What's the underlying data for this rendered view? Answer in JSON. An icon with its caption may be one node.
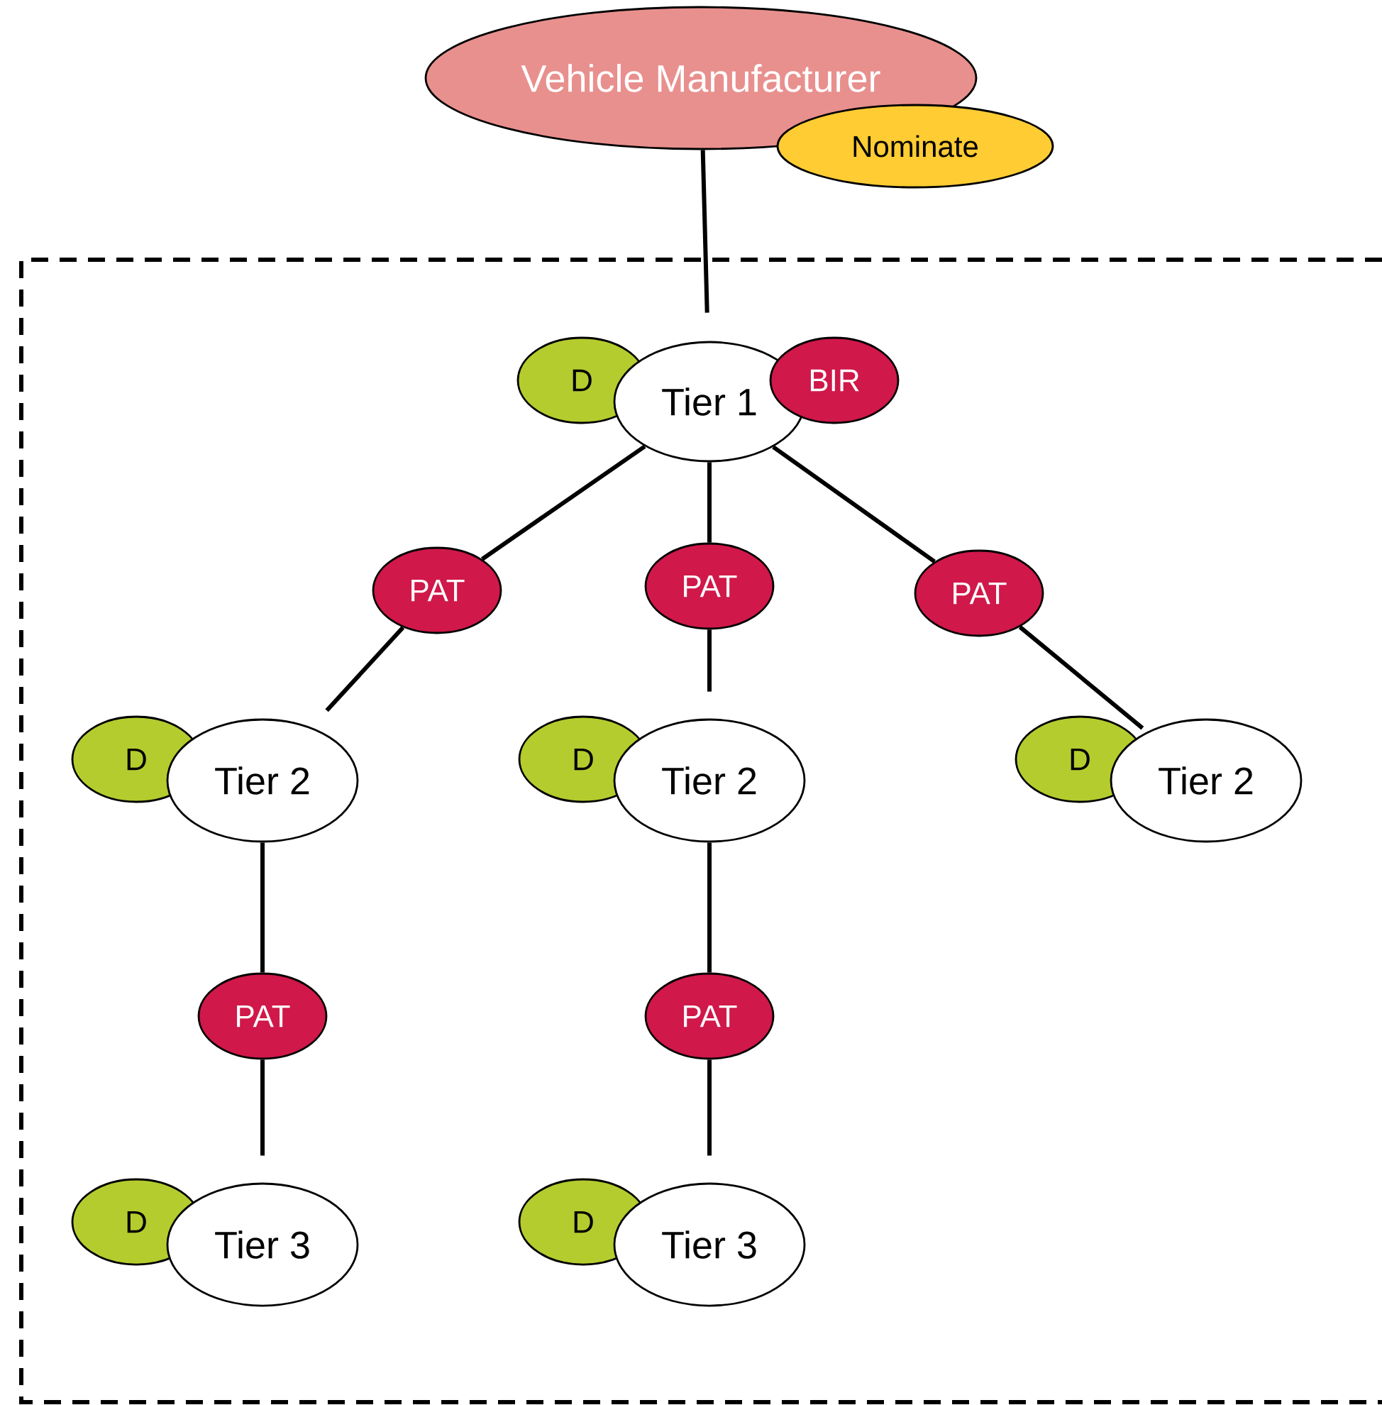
{
  "diagram": {
    "nodes": [
      {
        "text": [
          "Vehicle Manufacturer"
        ]
      },
      {
        "text": [
          "Nominate"
        ]
      },
      {
        "text": [],
        "shape": "box"
      },
      {
        "text": [
          "D"
        ],
        "in": 2
      },
      {
        "text": [
          "Tier 1"
        ],
        "in": 2
      },
      {
        "text": [
          "BIR"
        ],
        "in": 2
      },
      {
        "text": [
          "PAT"
        ],
        "in": 2
      },
      {
        "text": [
          "PAT"
        ],
        "in": 2
      },
      {
        "text": [
          "PAT"
        ],
        "in": 2
      },
      {
        "text": [
          "D"
        ],
        "in": 2
      },
      {
        "text": [
          "Tier 2"
        ],
        "in": 2
      },
      {
        "text": [
          "D"
        ],
        "in": 2
      },
      {
        "text": [
          "Tier 2"
        ],
        "in": 2
      },
      {
        "text": [
          "D"
        ],
        "in": 2
      },
      {
        "text": [
          "Tier 2"
        ],
        "in": 2
      },
      {
        "text": [
          "PAT"
        ],
        "in": 2
      },
      {
        "text": [
          "PAT"
        ],
        "in": 2
      },
      {
        "text": [
          "D"
        ],
        "in": 2
      },
      {
        "text": [
          "Tier 3"
        ],
        "in": 2
      },
      {
        "text": [
          "D"
        ],
        "in": 2
      },
      {
        "text": [
          "Tier 3"
        ],
        "in": 2
      }
    ],
    "edges": [
      {
        "from": 0,
        "to": 4,
        "arrow": "none"
      },
      {
        "from": 4,
        "to": 6,
        "arrow": "none"
      },
      {
        "from": 4,
        "to": 7,
        "arrow": "none"
      },
      {
        "from": 4,
        "to": 8,
        "arrow": "none"
      },
      {
        "from": 6,
        "to": 10,
        "arrow": "none"
      },
      {
        "from": 7,
        "to": 12,
        "arrow": "none"
      },
      {
        "from": 8,
        "to": 14,
        "arrow": "none"
      },
      {
        "from": 10,
        "to": 15,
        "arrow": "none"
      },
      {
        "from": 12,
        "to": 16,
        "arrow": "none"
      },
      {
        "from": 15,
        "to": 18,
        "arrow": "none"
      },
      {
        "from": 16,
        "to": 20,
        "arrow": "none"
      }
    ]
  }
}
